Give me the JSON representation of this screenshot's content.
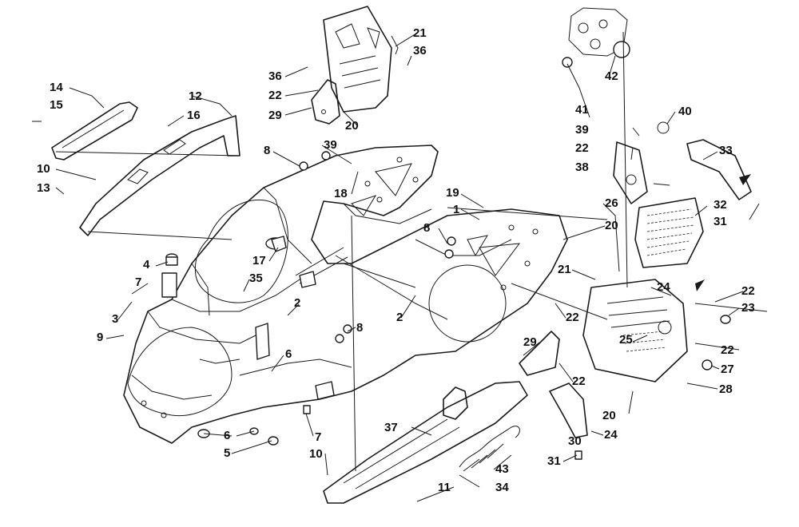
{
  "diagram": {
    "callouts": [
      {
        "label": "1"
      },
      {
        "label": "2"
      },
      {
        "label": "2"
      },
      {
        "label": "3"
      },
      {
        "label": "4"
      },
      {
        "label": "5"
      },
      {
        "label": "6"
      },
      {
        "label": "6"
      },
      {
        "label": "7"
      },
      {
        "label": "7"
      },
      {
        "label": "8"
      },
      {
        "label": "8"
      },
      {
        "label": "8"
      },
      {
        "label": "9"
      },
      {
        "label": "10"
      },
      {
        "label": "10"
      },
      {
        "label": "11"
      },
      {
        "label": "12"
      },
      {
        "label": "13"
      },
      {
        "label": "14"
      },
      {
        "label": "15"
      },
      {
        "label": "16"
      },
      {
        "label": "17"
      },
      {
        "label": "18"
      },
      {
        "label": "19"
      },
      {
        "label": "20"
      },
      {
        "label": "20"
      },
      {
        "label": "20"
      },
      {
        "label": "21"
      },
      {
        "label": "21"
      },
      {
        "label": "22"
      },
      {
        "label": "22"
      },
      {
        "label": "22"
      },
      {
        "label": "22"
      },
      {
        "label": "22"
      },
      {
        "label": "22"
      },
      {
        "label": "23"
      },
      {
        "label": "24"
      },
      {
        "label": "24"
      },
      {
        "label": "25"
      },
      {
        "label": "26"
      },
      {
        "label": "27"
      },
      {
        "label": "28"
      },
      {
        "label": "29"
      },
      {
        "label": "29"
      },
      {
        "label": "30"
      },
      {
        "label": "31"
      },
      {
        "label": "31"
      },
      {
        "label": "32"
      },
      {
        "label": "33"
      },
      {
        "label": "34"
      },
      {
        "label": "35"
      },
      {
        "label": "36"
      },
      {
        "label": "36"
      },
      {
        "label": "37"
      },
      {
        "label": "38"
      },
      {
        "label": "39"
      },
      {
        "label": "39"
      },
      {
        "label": "40"
      },
      {
        "label": "41"
      },
      {
        "label": "42"
      },
      {
        "label": "43"
      }
    ]
  }
}
